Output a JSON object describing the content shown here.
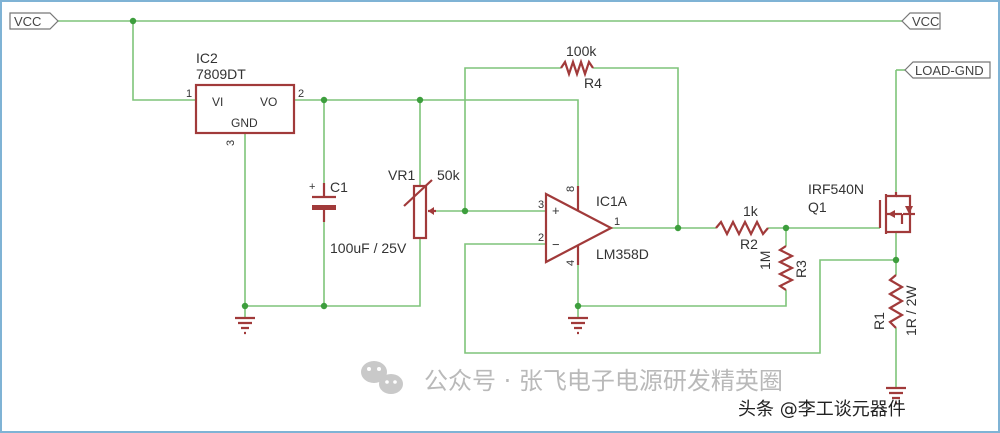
{
  "nets": {
    "vcc_left": "VCC",
    "vcc_right": "VCC",
    "load_gnd": "LOAD-GND"
  },
  "ic2": {
    "name": "IC2",
    "part": "7809DT",
    "pin_vi": "VI",
    "pin_vo": "VO",
    "pin_gnd": "GND",
    "pin1": "1",
    "pin2": "2",
    "pin3": "3"
  },
  "c1": {
    "name": "C1",
    "value": "100uF / 25V",
    "polarity": "+"
  },
  "vr1": {
    "name": "VR1",
    "value": "50k"
  },
  "r4": {
    "name": "R4",
    "value": "100k"
  },
  "ic1a": {
    "name": "IC1A",
    "part": "LM358D",
    "pin3": "3",
    "pin2": "2",
    "pin1": "1",
    "pin8": "8",
    "pin4": "4",
    "plus": "+",
    "minus": "−"
  },
  "r2": {
    "name": "R2",
    "value": "1k"
  },
  "r3": {
    "name": "R3",
    "value": "1M"
  },
  "q1": {
    "name": "Q1",
    "part": "IRF540N"
  },
  "r1": {
    "name": "R1",
    "value": "1R / 2W"
  },
  "watermark": {
    "text": "公众号 · 张飞电子电源研发精英圈",
    "credit": "头条 @李工谈元器件"
  },
  "colors": {
    "wire": "#7fc47a",
    "part": "#a13a3a",
    "junction": "#3d9e3d",
    "frame": "#7fb3d5"
  }
}
